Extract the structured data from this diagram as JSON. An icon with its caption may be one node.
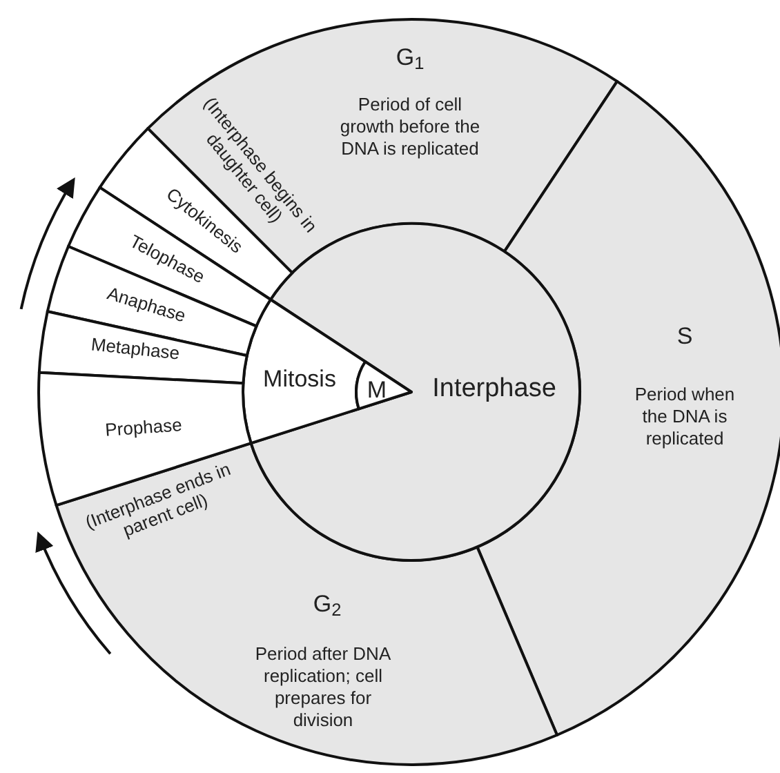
{
  "diagram": {
    "nodes": [
      {
        "text": [
          "G$_{1}$",
          "Period of cell growth before the DNA is replicated"
        ]
      },
      {
        "text": [
          "S",
          "Period when the DNA is replicated"
        ]
      },
      {
        "text": [
          "G$_{2}$",
          "Period after DNA replication; cell prepares for division"
        ]
      },
      {
        "text": [
          "Interphase"
        ]
      },
      {
        "text": [
          "Mitosis"
        ]
      },
      {
        "text": [
          "M"
        ]
      },
      {
        "text": [
          "Cytokinesis"
        ]
      },
      {
        "text": [
          "Telophase"
        ]
      },
      {
        "text": [
          "Anaphase"
        ]
      },
      {
        "text": [
          "Metaphase"
        ]
      },
      {
        "text": [
          "Prophase"
        ]
      }
    ],
    "labels": [
      "(Interphase begins in daughter cell)",
      "(Interphase ends in parent cell)"
    ]
  }
}
